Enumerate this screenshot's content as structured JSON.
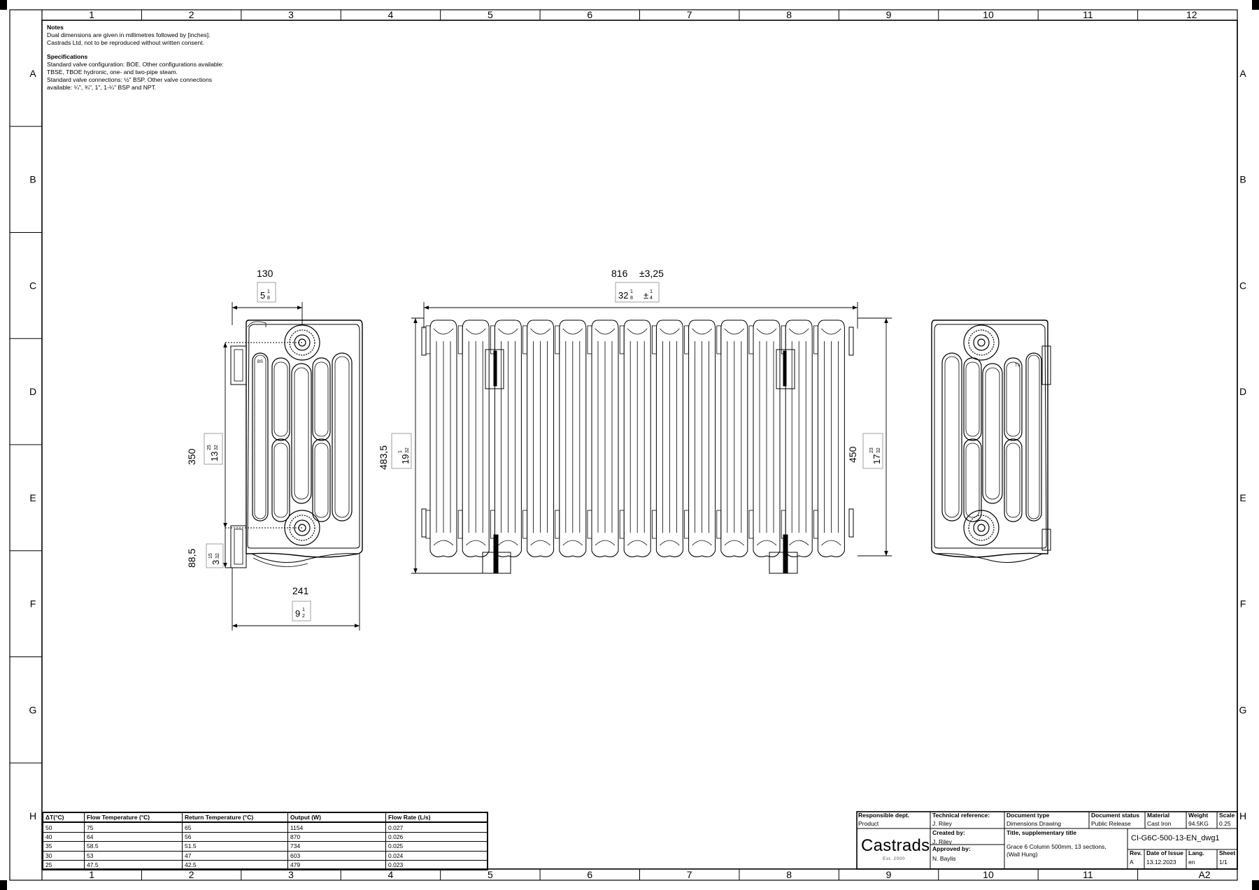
{
  "notes": {
    "heading": "Notes",
    "lines": [
      "Dual dimensions are given in millimetres followed by [inches].",
      "Castrads Ltd, not to be reproduced without written consent."
    ]
  },
  "specifications": {
    "heading": "Specifications",
    "lines": [
      "Standard valve configuration: BOE. Other configurations available:",
      "TBSE, TBOE hydronic, one- and two-pipe steam.",
      "Standard valve connections: ½\" BSP. Other valve connections",
      "available: ¼\", ¾\", 1\", 1-¼\" BSP and NPT."
    ]
  },
  "grid": {
    "columns": [
      "1",
      "2",
      "3",
      "4",
      "5",
      "6",
      "7",
      "8",
      "9",
      "10",
      "11",
      "12"
    ],
    "rows": [
      "A",
      "B",
      "C",
      "D",
      "E",
      "F",
      "G",
      "H"
    ]
  },
  "dimensions": {
    "side_width_mm": "130",
    "side_width_in_whole": "5",
    "side_width_in_num": "1",
    "side_width_in_den": "8",
    "side_centres_mm": "350",
    "side_centres_in_whole": "13",
    "side_centres_in_num": "25",
    "side_centres_in_den": "32",
    "side_bottom_mm": "88,5",
    "side_bottom_in_whole": "3",
    "side_bottom_in_num": "15",
    "side_bottom_in_den": "32",
    "side_depth_mm": "241",
    "side_depth_in_whole": "9",
    "side_depth_in_num": "1",
    "side_depth_in_den": "2",
    "front_length_mm": "816",
    "front_tolerance_mm": "±3,25",
    "front_length_in_whole": "32",
    "front_length_in_num": "1",
    "front_length_in_den": "8",
    "front_tolerance_in_num": "1",
    "front_tolerance_in_den": "4",
    "front_height_mm": "483,5",
    "front_height_in_whole": "19",
    "front_height_in_num": "1",
    "front_height_in_den": "32",
    "front_body_mm": "450",
    "front_body_in_whole": "17",
    "front_body_in_num": "23",
    "front_body_in_den": "32"
  },
  "performance_table": {
    "headers": [
      "ΔT(°C)",
      "Flow Temperature (°C)",
      "Return Temperature (°C)",
      "Output (W)",
      "Flow Rate (L/s)"
    ],
    "rows": [
      [
        "50",
        "75",
        "65",
        "1154",
        "0.027"
      ],
      [
        "40",
        "64",
        "56",
        "870",
        "0.026"
      ],
      [
        "35",
        "58.5",
        "51.5",
        "734",
        "0.025"
      ],
      [
        "30",
        "53",
        "47",
        "603",
        "0.024"
      ],
      [
        "25",
        "47.5",
        "42.5",
        "479",
        "0.023"
      ]
    ]
  },
  "title_block": {
    "responsible_dept_label": "Responsible dept.",
    "responsible_dept": "Product",
    "technical_reference_label": "Technical reference:",
    "technical_reference": "J. Riley",
    "document_type_label": "Document type",
    "document_type": "Dimensions Drawing",
    "document_status_label": "Document status",
    "document_status": "Public Release",
    "material_label": "Material",
    "material": "Cast Iron",
    "weight_label": "Weight",
    "weight": "94.5KG",
    "scale_label": "Scale",
    "scale": "0.25",
    "created_by_label": "Created by:",
    "created_by": "J. Riley",
    "approved_by_label": "Approved by:",
    "approved_by": "N. Baylis",
    "title_label": "Title, supplementary title",
    "title_line1": "Grace 6 Column 500mm, 13 sections,",
    "title_line2": "(Wall Hung)",
    "document_number": "CI-G6C-500-13-EN_dwg1",
    "rev_label": "Rev.",
    "rev": "A",
    "date_label": "Date of Issue",
    "date": "13.12.2023",
    "lang_label": "Lang.",
    "lang": "en",
    "sheet_label": "Sheet",
    "sheet": "1/1",
    "sheet_size": "A2",
    "logo": "Castrads",
    "logo_tagline": "Est. 2000"
  },
  "valve_labels": {
    "left": "BS",
    "right": "TS"
  }
}
